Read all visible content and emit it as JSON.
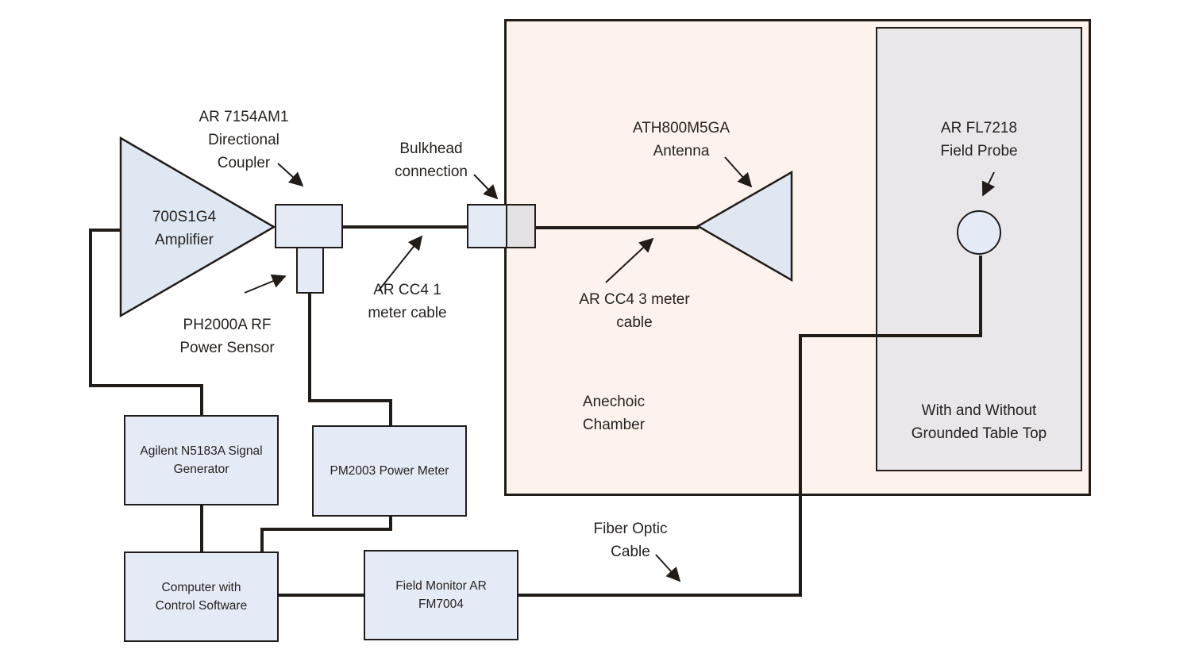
{
  "annotations": {
    "amplifier": "700S1G4\nAmplifier",
    "directional_coupler": "AR 7154AM1\nDirectional\nCoupler",
    "bulkhead": "Bulkhead\nconnection",
    "cable_1m": "AR CC4 1\nmeter cable",
    "power_sensor": "PH2000A RF\nPower Sensor",
    "antenna": "ATH800M5GA\nAntenna",
    "cable_3m": "AR CC4 3 meter\ncable",
    "anechoic_chamber": "Anechoic\nChamber",
    "field_probe": "AR FL7218\nField Probe",
    "fiber_optic": "Fiber Optic\nCable",
    "table_top": "With and Without\nGrounded Table Top"
  },
  "equipment": {
    "signal_generator": "Agilent N5183A Signal\nGenerator",
    "power_meter": "PM2003 Power Meter",
    "computer": "Computer with\nControl Software",
    "field_monitor": "Field Monitor AR\nFM7004"
  },
  "colors": {
    "stroke": "#211c18",
    "text": "#262220",
    "box_fill": "#e4ebf7",
    "shape_fill": "#dfe7f3",
    "chamber_fill": "#fdf3ec",
    "table_fill": "#e9e7ea",
    "bulkhead_fill": "#e4e2e4"
  }
}
